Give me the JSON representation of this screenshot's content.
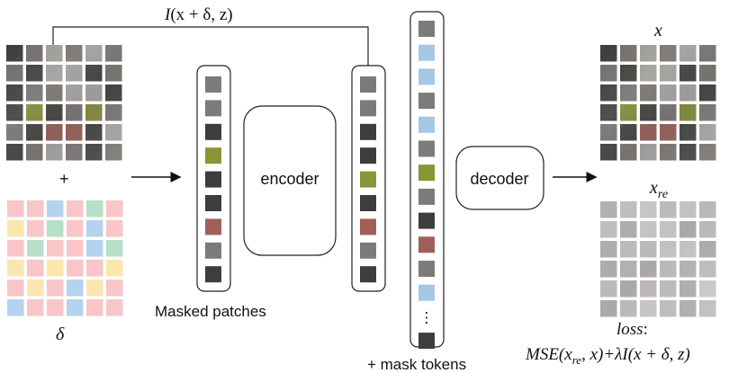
{
  "labels": {
    "top_formula_fn": "I",
    "top_formula_args": "(x + δ, z)",
    "plus": "+",
    "delta": "δ",
    "masked_patches": "Masked patches",
    "encoder": "encoder",
    "decoder": "decoder",
    "mask_tokens": "+ mask tokens",
    "x": "x",
    "x_re_base": "x",
    "x_re_sub": "re",
    "loss_word": "loss",
    "loss_colon": ":",
    "loss_formula_1": "MSE(x",
    "loss_formula_sub": "re",
    "loss_formula_2": ", x)+λI(x + δ, z)",
    "ellipsis": "⋮"
  },
  "colors": {
    "delta_palette": [
      "#f8c5c8",
      "#b3d3ee",
      "#b6e0c7",
      "#fbe6b0"
    ],
    "mask_token": "#a7c7e6",
    "cat_dark": "#3d3d3b",
    "cat_mid": "#7d7b78",
    "cat_light": "#b2b0ad",
    "eye": "#8a9438",
    "nose": "#a0605a",
    "recon_gray": "#b9b9b9"
  },
  "delta_grid": [
    [
      0,
      0,
      1,
      0,
      2,
      0
    ],
    [
      3,
      0,
      2,
      0,
      1,
      0
    ],
    [
      0,
      2,
      0,
      0,
      1,
      2
    ],
    [
      3,
      0,
      3,
      0,
      0,
      3
    ],
    [
      0,
      3,
      0,
      1,
      3,
      0
    ],
    [
      1,
      0,
      0,
      1,
      0,
      0
    ]
  ],
  "encoder_patches": [
    "mid",
    "mid",
    "dark",
    "eye",
    "dark",
    "dark",
    "nose",
    "mid",
    "dark"
  ],
  "encoder_out_patches": [
    "mid",
    "mid",
    "dark",
    "dark",
    "eye",
    "dark",
    "nose",
    "mid",
    "dark"
  ],
  "decoder_tokens": [
    "mid",
    "mask",
    "mask",
    "mid",
    "mask",
    "mid",
    "eye",
    "mid",
    "dark",
    "nose",
    "mid",
    "mask",
    "ellipsis",
    "dark"
  ]
}
